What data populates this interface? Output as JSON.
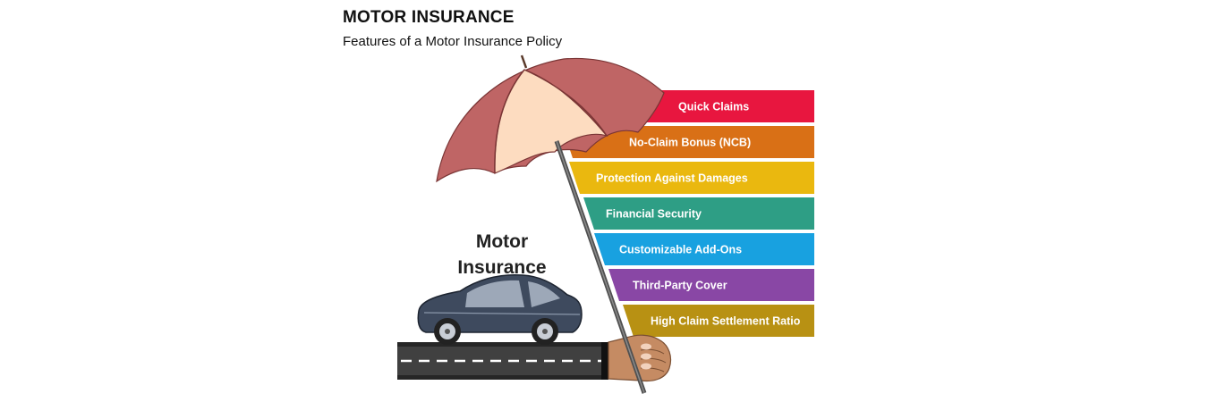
{
  "header": {
    "title": "MOTOR INSURANCE",
    "subtitle": "Features of a Motor Insurance Policy"
  },
  "center_label": {
    "line1": "Motor",
    "line2": "Insurance"
  },
  "features": [
    {
      "label": "Quick Claims",
      "color": "#E8163F"
    },
    {
      "label": "No-Claim Bonus (NCB)",
      "color": "#D97016"
    },
    {
      "label": "Protection Against Damages",
      "color": "#EAB80F"
    },
    {
      "label": "Financial Security",
      "color": "#2E9E85"
    },
    {
      "label": "Customizable Add-Ons",
      "color": "#18A1E0"
    },
    {
      "label": "Third-Party Cover",
      "color": "#8947A5"
    },
    {
      "label": "High Claim Settlement Ratio",
      "color": "#B89113"
    }
  ],
  "colors": {
    "umbrella_canopy": "#BF6565",
    "umbrella_panel": "#FDDCC0",
    "car_body": "#3E4A5E",
    "road": "#404040",
    "hand": "#C58B63"
  }
}
